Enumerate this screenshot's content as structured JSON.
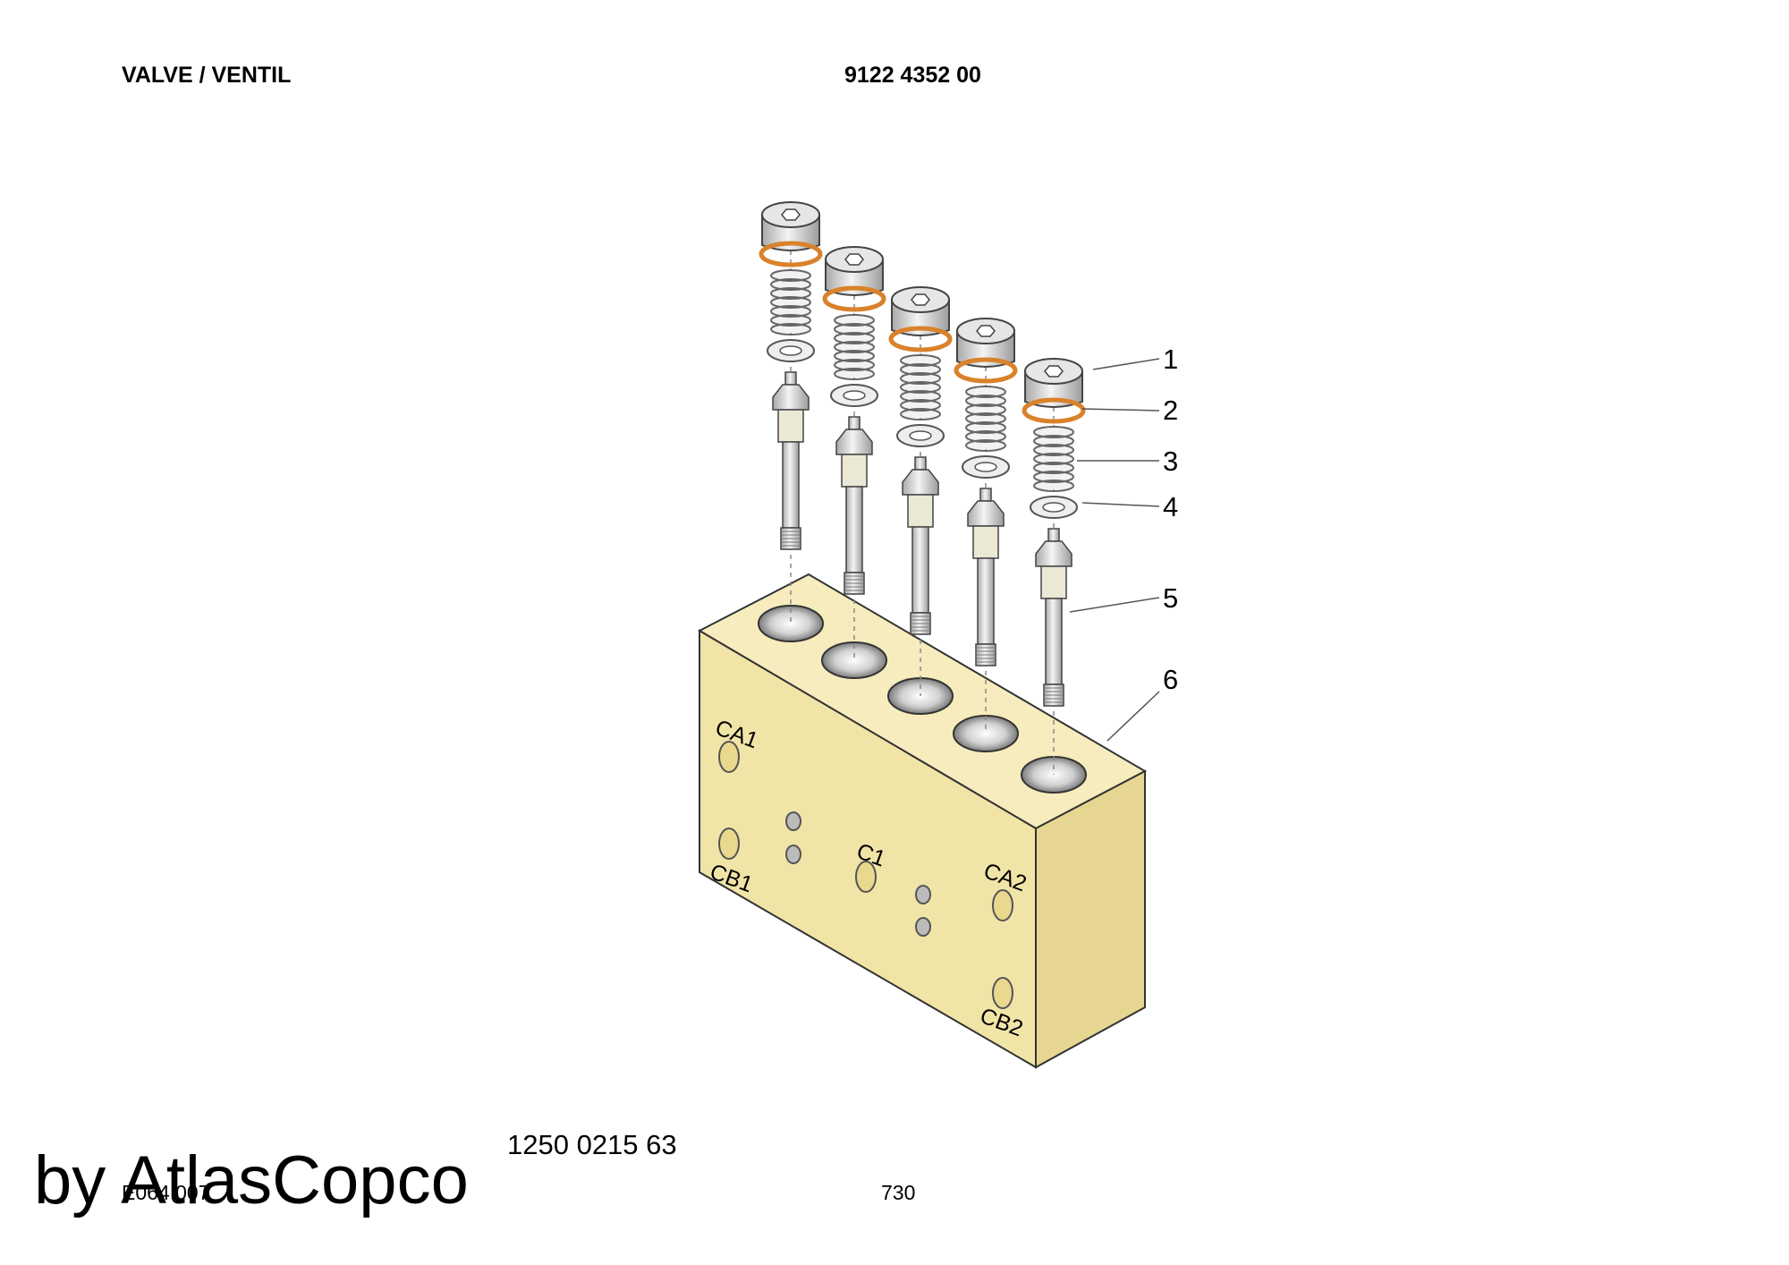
{
  "header": {
    "title": "VALVE / VENTIL",
    "part_number": "9122 4352 00"
  },
  "diagram": {
    "callouts": [
      "1",
      "2",
      "3",
      "4",
      "5",
      "6"
    ],
    "ports": [
      "CA1",
      "CB1",
      "C1",
      "CA2",
      "CB2"
    ],
    "colors": {
      "block": "#f2e6ab",
      "block_side": "#e8d990",
      "o_ring": "#d9822b",
      "metal": "#d8d8d8"
    }
  },
  "footer": {
    "reference": "1250 0215 63",
    "doc_id": "E064 007",
    "page": "730",
    "watermark": "by AtlasCopco"
  }
}
